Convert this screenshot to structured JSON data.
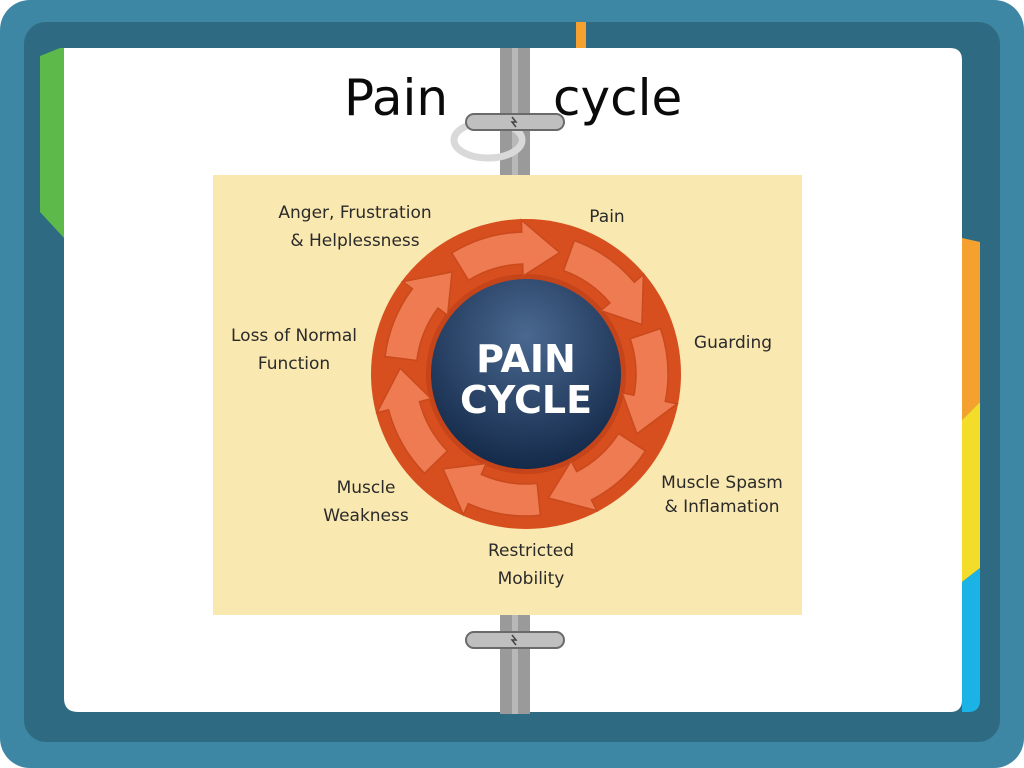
{
  "slide": {
    "title_part1": "Pain",
    "title_part2": "cycle"
  },
  "diagram": {
    "center_line1": "PAIN",
    "center_line2": "CYCLE",
    "stages": [
      {
        "line1": "Pain",
        "line2": ""
      },
      {
        "line1": "Guarding",
        "line2": ""
      },
      {
        "line1": "Muscle Spasm",
        "line2": "& Inflamation"
      },
      {
        "line1": "Restricted",
        "line2": "Mobility"
      },
      {
        "line1": "Muscle",
        "line2": "Weakness"
      },
      {
        "line1": "Loss of Normal",
        "line2": "Function"
      },
      {
        "line1": "Anger, Frustration",
        "line2": "& Helplessness"
      }
    ]
  },
  "colors": {
    "frame": "#3d86a4",
    "frame_inner": "#2e6b82",
    "page": "#ffffff",
    "tab_green": "#5cb94a",
    "tab_orange": "#f5a130",
    "tab_yellow": "#f3dc2a",
    "tab_blue": "#1bb2e6",
    "diagram_bg": "#f9e8b0",
    "ring": "#d74e1f",
    "arrow": "#ee7b52",
    "center": "#1e3a5c"
  }
}
